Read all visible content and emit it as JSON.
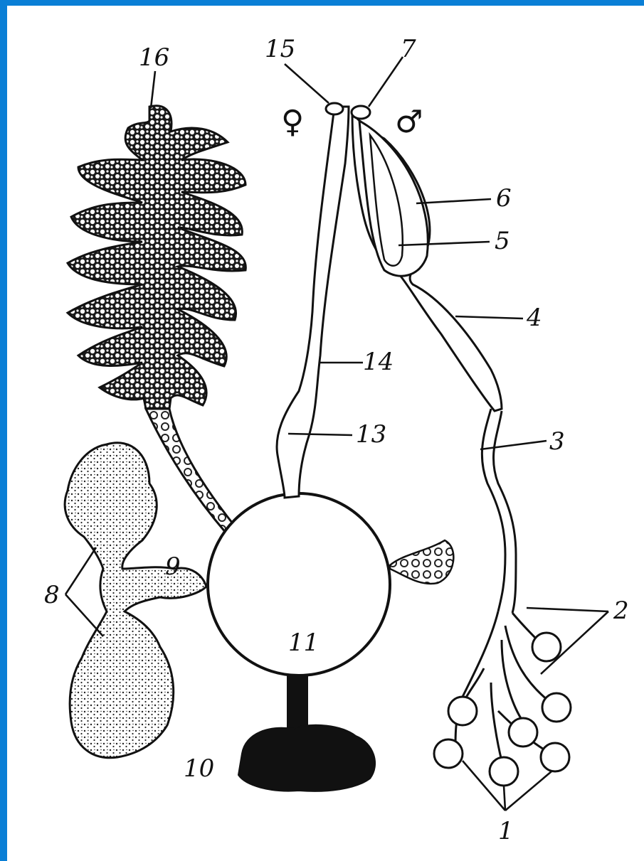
{
  "colors": {
    "frame_accent": "#0a7fd6",
    "ink": "#111111",
    "paper": "#ffffff"
  },
  "symbols": {
    "female": "♀",
    "male": "♂"
  },
  "labels": {
    "l1": "1",
    "l2": "2",
    "l3": "3",
    "l4": "4",
    "l5": "5",
    "l6": "6",
    "l7": "7",
    "l8": "8",
    "l9": "9",
    "l10": "10",
    "l11": "11",
    "l13": "13",
    "l14": "14",
    "l15": "15",
    "l16": "16"
  }
}
